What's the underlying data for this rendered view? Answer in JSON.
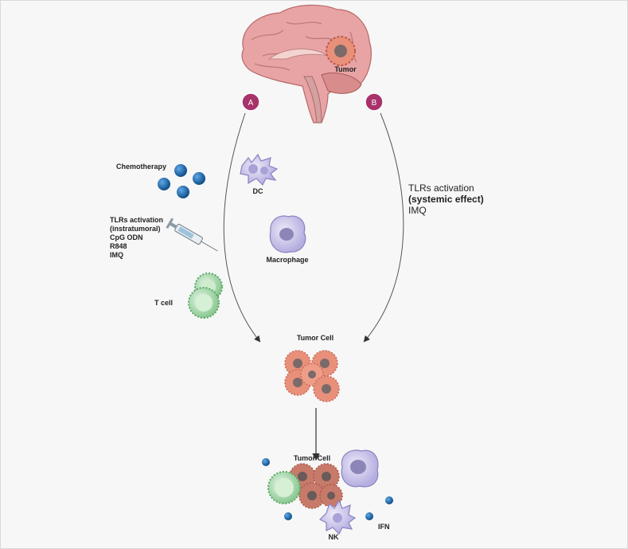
{
  "brain": {
    "tumor_label": "Tumor"
  },
  "routes": {
    "a_badge": "A",
    "b_badge": "B",
    "b_title": "TLRs activation",
    "b_subtitle": "(systemic effect)",
    "b_drug": "IMQ"
  },
  "left_panel": {
    "chemo_label": "Chemotherapy",
    "tlr_lines": [
      "TLRs activation",
      "(instratumoral)",
      "CpG ODN",
      "R848",
      "IMQ"
    ],
    "tcell_label": "T cell"
  },
  "cells": {
    "dc_label": "DC",
    "macrophage_label": "Macrophage"
  },
  "tumor_top": {
    "label": "Tumor Cell"
  },
  "tumor_bottom": {
    "label": "Tumor Cell",
    "nk_label": "NK",
    "ifn_label": "IFN"
  },
  "colors": {
    "badge": "#a8326a",
    "tumor": "#e8907a",
    "nucleus": "#7a6a6a",
    "chemo_sphere": "#1b6fb8",
    "tcell": "#9ed4a4",
    "immune_purple": "#c8c4e8"
  }
}
